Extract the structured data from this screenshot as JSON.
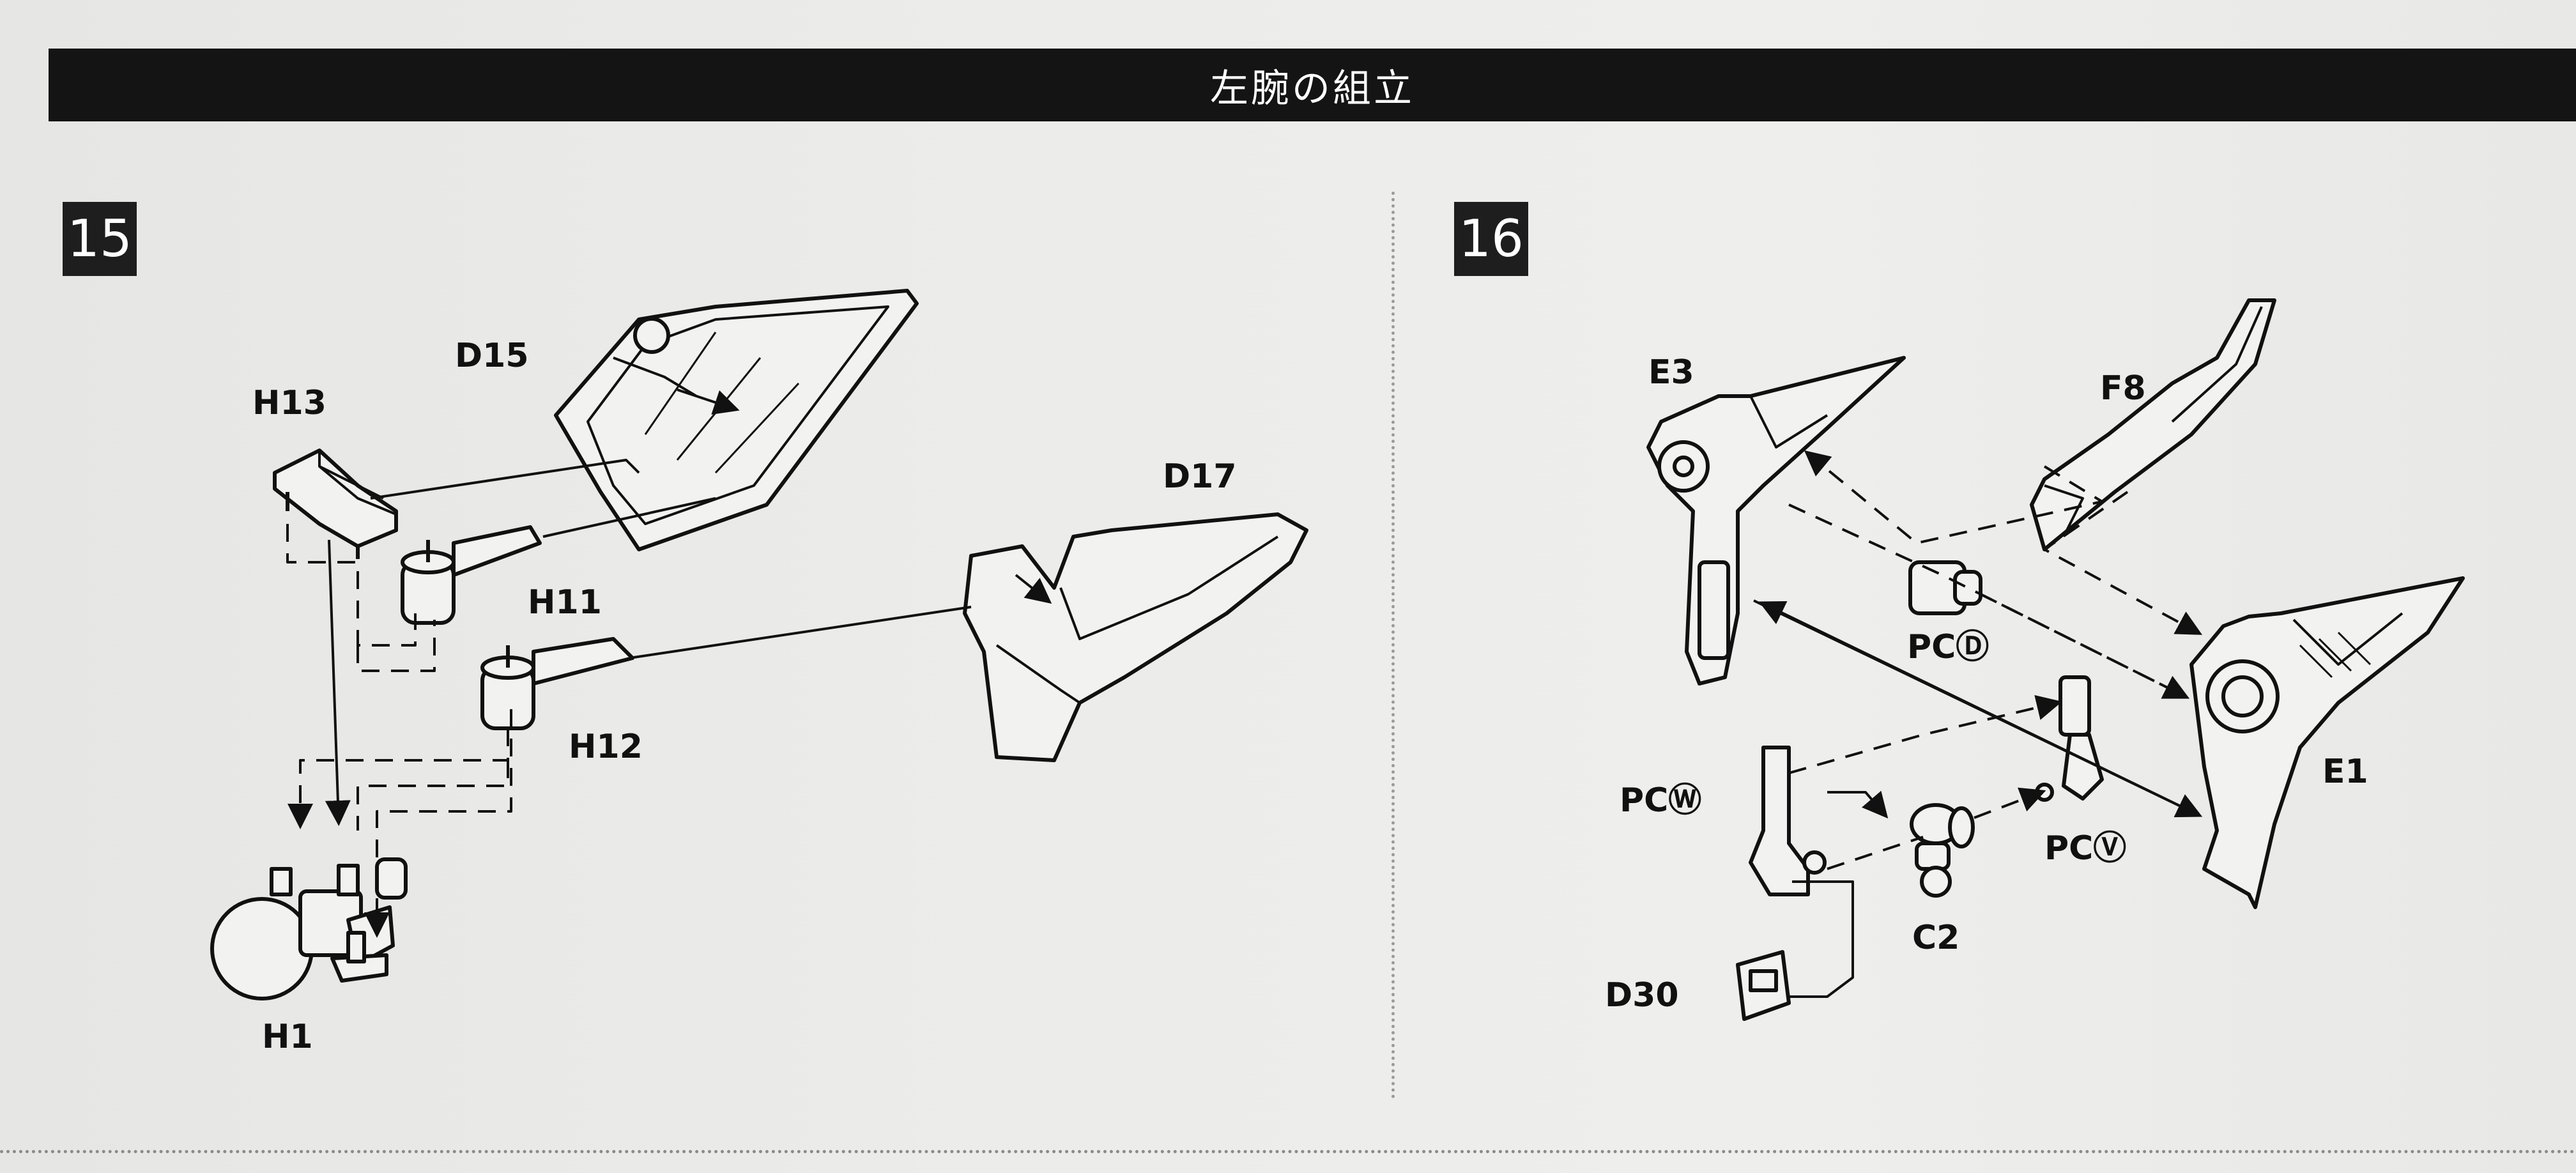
{
  "header": {
    "title": "左腕の組立"
  },
  "steps": [
    {
      "number": "15"
    },
    {
      "number": "16"
    }
  ],
  "step15": {
    "labels": {
      "d15": "D15",
      "h13": "H13",
      "d17": "D17",
      "h11": "H11",
      "h12": "H12",
      "h1": "H1"
    }
  },
  "step16": {
    "labels": {
      "e3": "E3",
      "f8": "F8",
      "pcd": "PCⒹ",
      "e1": "E1",
      "pcw": "PCⓌ",
      "pcv": "PCⓋ",
      "c2": "C2",
      "d30": "D30"
    }
  },
  "icons": {
    "arrow": "arrowhead-icon"
  },
  "colors": {
    "title_bar": "#141414",
    "paper": "#ececea",
    "ink": "#111111"
  }
}
